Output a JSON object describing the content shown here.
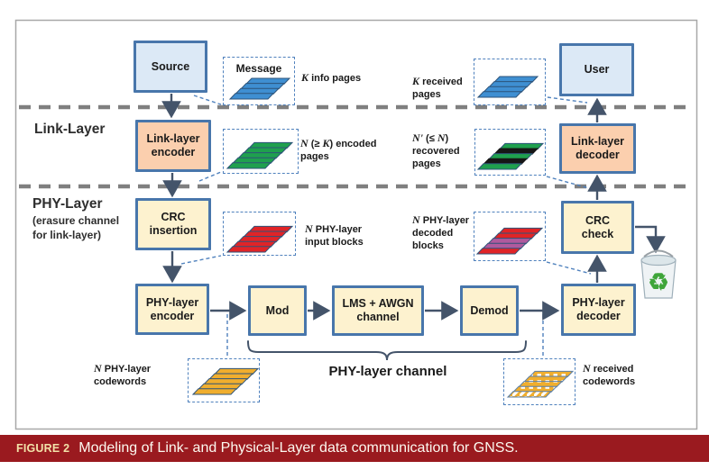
{
  "figure": {
    "caption_tag": "FIGURE 2",
    "caption": "Modeling of Link- and Physical-Layer data communication for GNSS."
  },
  "layer_labels": {
    "link": "Link-Layer",
    "phy": "PHY-Layer",
    "phy_sub": "(erasure channel\nfor link-layer)"
  },
  "boxes": {
    "source": "Source",
    "user": "User",
    "link_encoder": "Link-layer\nencoder",
    "link_decoder": "Link-layer\ndecoder",
    "crc_insertion": "CRC\ninsertion",
    "crc_check": "CRC\ncheck",
    "phy_encoder": "PHY-layer\nencoder",
    "mod": "Mod",
    "channel": "LMS + AWGN\nchannel",
    "demod": "Demod",
    "phy_decoder": "PHY-layer\ndecoder"
  },
  "labels": {
    "message": "Message",
    "phy_channel": "PHY-layer channel",
    "k_info": [
      {
        "t": "K",
        "i": true
      },
      {
        "t": " info pages"
      }
    ],
    "k_received": [
      {
        "t": "K",
        "i": true
      },
      {
        "t": " received pages"
      }
    ],
    "n_encoded": [
      {
        "t": "N",
        "i": true
      },
      {
        "t": " (≥ "
      },
      {
        "t": "K",
        "i": true
      },
      {
        "t": ") encoded pages"
      }
    ],
    "n_recovered": [
      {
        "t": "N'",
        "i": true
      },
      {
        "t": " (≤ "
      },
      {
        "t": "N",
        "i": true
      },
      {
        "t": ") recovered pages"
      }
    ],
    "n_input": [
      {
        "t": "N",
        "i": true
      },
      {
        "t": " PHY-layer input blocks"
      }
    ],
    "n_decoded": [
      {
        "t": "N",
        "i": true
      },
      {
        "t": " PHY-layer decoded blocks"
      }
    ],
    "n_codewords": [
      {
        "t": "N",
        "i": true
      },
      {
        "t": " PHY-layer codewords"
      }
    ],
    "n_received_cw": [
      {
        "t": "N",
        "i": true
      },
      {
        "t": " received codewords"
      }
    ]
  },
  "stacks": {
    "message_pages": [
      "blue",
      "blue",
      "blue",
      "blue"
    ],
    "received_pages": [
      "blue",
      "blue",
      "blue",
      "blue"
    ],
    "encoded_pages": [
      "green",
      "green",
      "green",
      "green",
      "green"
    ],
    "recovered_pages": [
      "green",
      "black",
      "green",
      "black",
      "green"
    ],
    "input_blocks": [
      "red",
      "red",
      "red",
      "red",
      "red"
    ],
    "decoded_blocks": [
      "red",
      "red",
      "magenta",
      "magenta",
      "red"
    ],
    "codewords": [
      "yellow",
      "yellow",
      "yellow",
      "yellow",
      "yellow"
    ],
    "received_codewords": [
      "dash",
      "dash",
      "dash",
      "dash",
      "diag"
    ]
  },
  "colors": {
    "box_border": "#4876ab",
    "source_user_fill": "#dce9f6",
    "link_layer_fill": "#fbcfae",
    "phy_layer_fill": "#fdf2cf",
    "arrow": "#44546a",
    "separator": "#7f7f7f",
    "dashed_connector": "#4f81bd",
    "page_stroke": "#2d5379",
    "pages": {
      "blue": "#3f8fd2",
      "green": "#1fa04e",
      "black": "#161616",
      "red": "#e02427",
      "magenta": "#b05a9e",
      "yellow": "#f0ae2e"
    },
    "caption_bar": "#9a1a1f",
    "caption_tag": "#f2e2a8",
    "caption_text": "#fcf9f0",
    "bin_green": "#3fa53a"
  }
}
